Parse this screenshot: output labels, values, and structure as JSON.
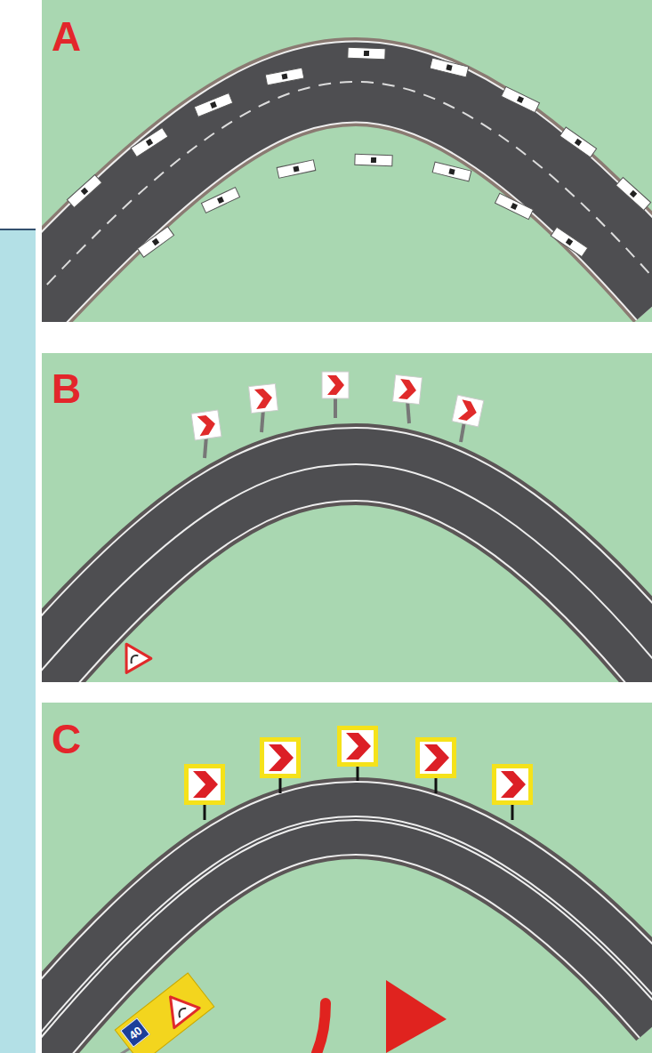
{
  "diagram": {
    "labels": [
      "A",
      "B",
      "C",
      "40"
    ]
  }
}
